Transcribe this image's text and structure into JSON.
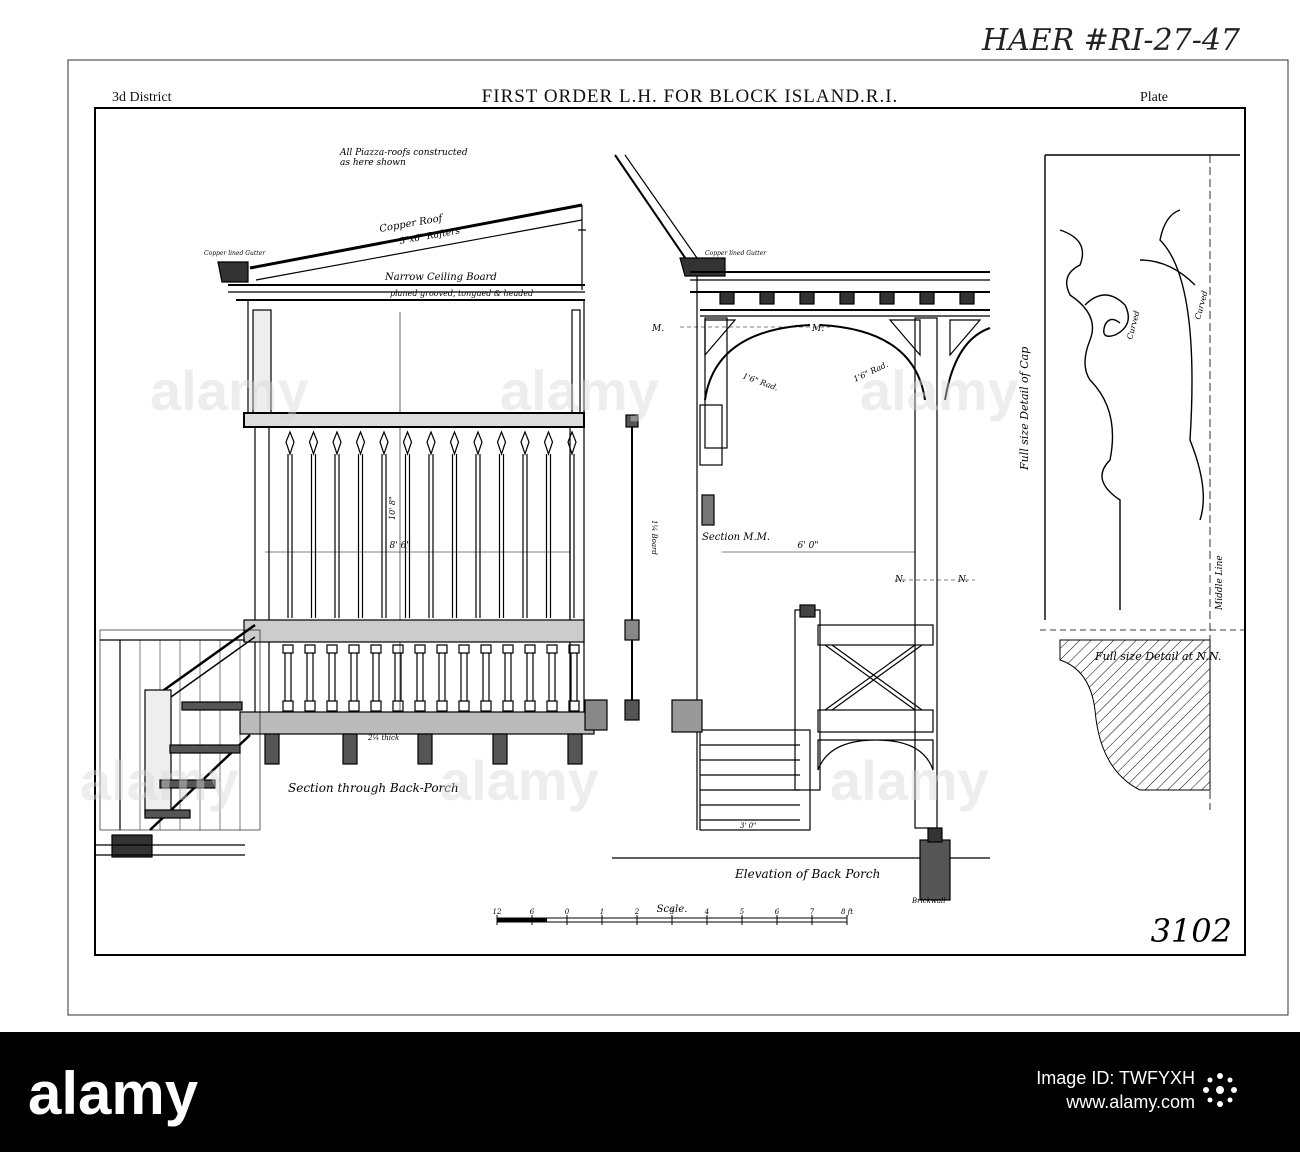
{
  "header": {
    "handwritten_id": "HAER #RI-27-47",
    "district": "3d District",
    "title": "FIRST ORDER L.H. FOR BLOCK ISLAND.R.I.",
    "plate": "Plate"
  },
  "sheet_number": "3102",
  "watermark": "alamy",
  "footer": {
    "logo": "alamy",
    "image_id_label": "Image ID: TWFYXH",
    "url": "www.alamy.com"
  },
  "notes": {
    "piazza_roofs": "All Piazza-roofs constructed",
    "piazza_roofs_2": "as here shown",
    "copper_roof": "Copper Roof",
    "rafters": "3\"x6\" Rafters",
    "copper_lined_gutter_left": "Copper lined Gutter",
    "copper_lined_gutter_right": "Copper lined Gutter",
    "narrow_ceiling_board": "Narrow Ceiling Board",
    "planed": "planed grooved, tongued & headed",
    "section_back_porch": "Section through Back-Porch",
    "elevation_back_porch": "Elevation of Back Porch",
    "section_mm": "Section M.M.",
    "full_size_cap": "Full size Detail of Cap",
    "full_size_nn": "Full size Detail at N.N.",
    "middle_line": "Middle Line",
    "curved_1": "Curved",
    "curved_2": "Curved",
    "rad_1": "1'6\" Rad.",
    "rad_2": "1'6\" Rad.",
    "brickwall": "Brickwall",
    "scale": "Scale.",
    "board": "1¼ Board",
    "thick": "2¼ thick",
    "dim_8_6": "8' 6\"",
    "dim_6_0": "6' 0\"",
    "dim_3_0": "3' 0\"",
    "dim_10_8": "10' 8\"",
    "label_m1": "M.",
    "label_m2": "M.",
    "label_n1": "N.",
    "label_n2": "N."
  },
  "scale_ticks": [
    "12",
    "6",
    "0",
    "1",
    "2",
    "3",
    "4",
    "5",
    "6",
    "7",
    "8 ft"
  ]
}
